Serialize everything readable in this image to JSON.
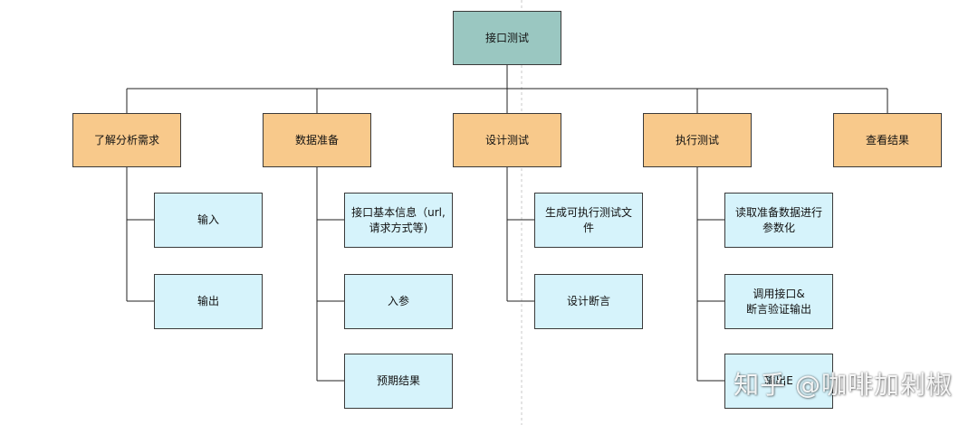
{
  "root": {
    "label": "接口测试"
  },
  "categories": [
    {
      "id": "analyze",
      "label": "了解分析需求",
      "children": [
        "输入",
        "输出"
      ]
    },
    {
      "id": "prepare",
      "label": "数据准备",
      "children": [
        "接口基本信息（url,请求方式等)",
        "入参",
        "预期结果"
      ]
    },
    {
      "id": "design",
      "label": "设计测试",
      "children": [
        "生成可执行测试文件",
        "设计断言"
      ]
    },
    {
      "id": "execute",
      "label": "执行测试",
      "children": [
        "读取准备数据进行参数化",
        "调用接口&\n断言验证输出",
        "输出E"
      ]
    },
    {
      "id": "review",
      "label": "查看结果",
      "children": []
    }
  ],
  "watermark": {
    "text": "知乎 @咖啡加剁椒"
  }
}
